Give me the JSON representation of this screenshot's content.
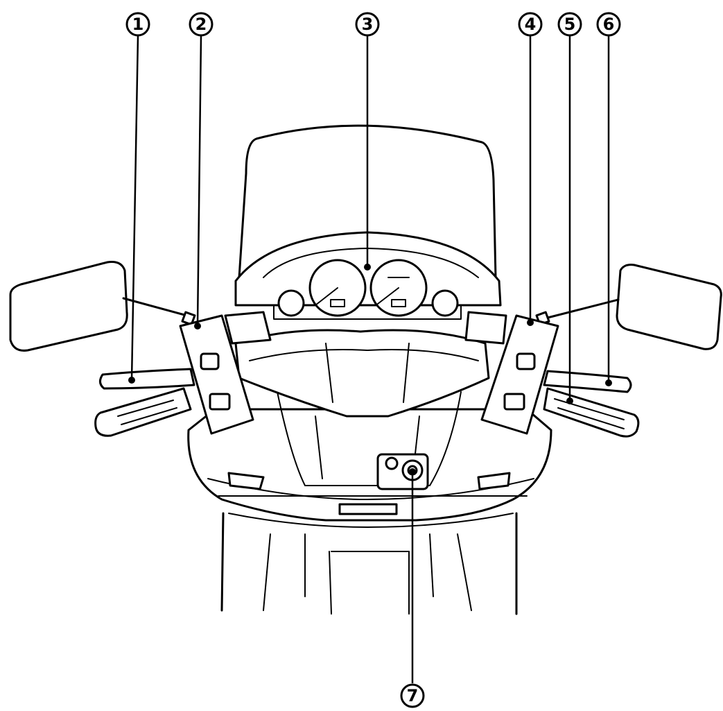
{
  "callouts": [
    {
      "id": "1",
      "label": "1"
    },
    {
      "id": "2",
      "label": "2"
    },
    {
      "id": "3",
      "label": "3"
    },
    {
      "id": "4",
      "label": "4"
    },
    {
      "id": "5",
      "label": "5"
    },
    {
      "id": "6",
      "label": "6"
    },
    {
      "id": "7",
      "label": "7"
    }
  ],
  "icons": {
    "scooter": "scooter-front-view-illustration",
    "mirror_left": "left-mirror-icon",
    "mirror_right": "right-mirror-icon",
    "instrument_panel": "instrument-panel-icon"
  }
}
